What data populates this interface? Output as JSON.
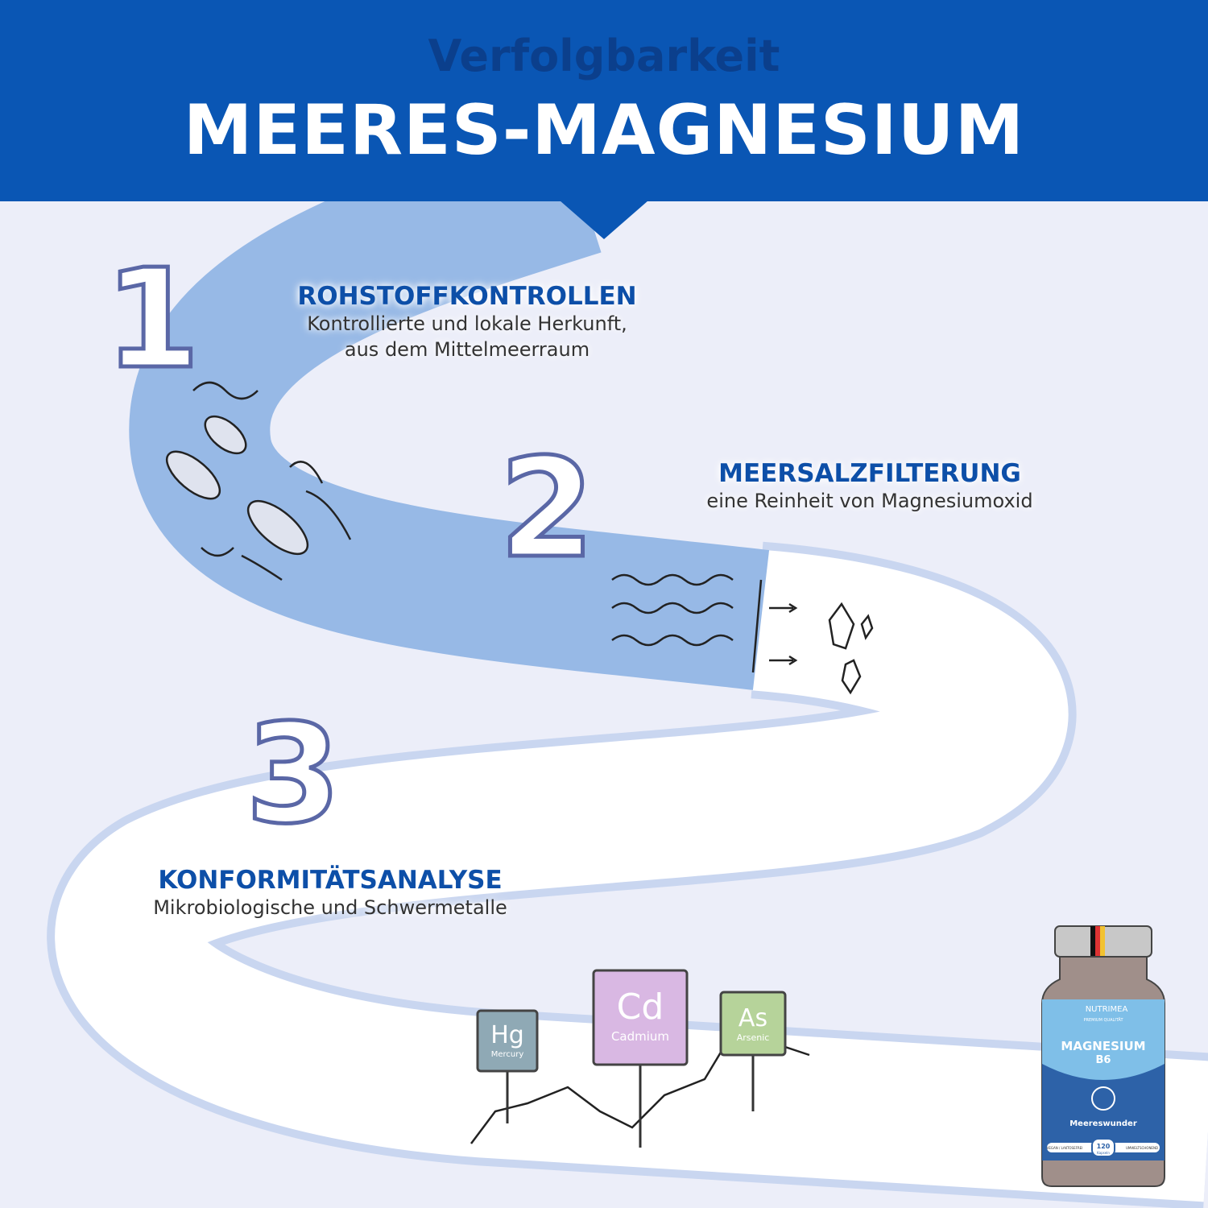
{
  "header": {
    "subtitle": "Verfolgbarkeit",
    "title": "MEERES-MAGNESIUM"
  },
  "steps": [
    {
      "number": "1",
      "title": "ROHSTOFFKONTROLLEN",
      "lines": [
        "Kontrollierte und lokale Herkunft,",
        "aus dem Mittelmeerraum"
      ]
    },
    {
      "number": "2",
      "title": "MEERSALZFILTERUNG",
      "lines": [
        "eine Reinheit von Magnesiumoxid"
      ]
    },
    {
      "number": "3",
      "title": "KONFORMITÄTSANALYSE",
      "lines": [
        "Mikrobiologische und Schwermetalle"
      ]
    }
  ],
  "elements": [
    {
      "symbol": "Hg",
      "name": "Mercury",
      "color": "#8fa9b5"
    },
    {
      "symbol": "Cd",
      "name": "Cadmium",
      "color": "#d9b8e3"
    },
    {
      "symbol": "As",
      "name": "Arsenic",
      "color": "#b6d39a"
    }
  ],
  "product": {
    "brand": "NUTRIMEA",
    "tagline": "PREMIUM QUALITÄT",
    "name": "MAGNESIUM",
    "variant": "B6",
    "line": "Meereswunder",
    "left_badge": "VEGAN / LAKTOSEFREI",
    "count": "120",
    "count_unit": "Kapseln",
    "right_badge": "UMWELTSCHONEND"
  },
  "colors": {
    "header": "#0a56b4",
    "subtitle": "#0b3f8c",
    "river": "#97b9e6",
    "path": "#ffffff",
    "background": "#eceef9"
  }
}
